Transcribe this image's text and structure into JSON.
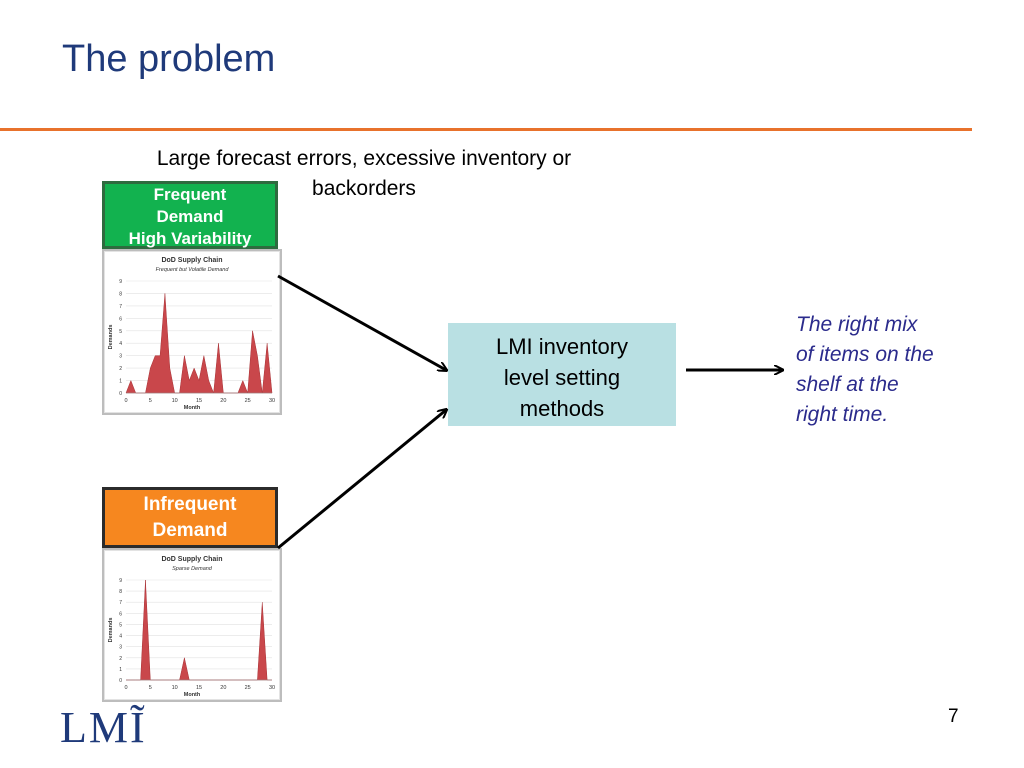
{
  "slide": {
    "title": "The problem",
    "subtitle": "Large forecast errors, excessive inventory or backorders",
    "page_number": "7",
    "logo_text": "LMĨ"
  },
  "colors": {
    "title": "#1f3a7a",
    "rule": "#e8722c",
    "frequent_box": "#12b24f",
    "infrequent_box": "#f6871f",
    "center_box": "#b9e0e3",
    "result_text": "#2b2b8c",
    "series_fill": "#c9474b"
  },
  "nodes": {
    "frequent": {
      "line1": "Frequent",
      "line2": "Demand",
      "line3": "High Variability"
    },
    "infrequent": {
      "line1": "Infrequent",
      "line2": "Demand"
    },
    "center": {
      "line1": "LMI  inventory",
      "line2": "level setting",
      "line3": "methods"
    },
    "result": {
      "line1": "The right mix",
      "line2": "of items on the",
      "line3": "shelf at the",
      "line4": "right time."
    }
  },
  "chart_data": [
    {
      "type": "area",
      "title": "DoD Supply Chain",
      "subtitle": "Frequent but Volatile Demand",
      "xlabel": "Month",
      "ylabel": "Demands",
      "xlim": [
        0,
        30
      ],
      "ylim": [
        0,
        9
      ],
      "x_ticks": [
        "0",
        "5",
        "10",
        "15",
        "20",
        "25",
        "30"
      ],
      "y_ticks": [
        "0",
        "1",
        "2",
        "3",
        "4",
        "5",
        "6",
        "7",
        "8",
        "9"
      ],
      "x": [
        0,
        1,
        2,
        3,
        4,
        5,
        6,
        7,
        8,
        9,
        10,
        11,
        12,
        13,
        14,
        15,
        16,
        17,
        18,
        19,
        20,
        21,
        22,
        23,
        24,
        25,
        26,
        27,
        28,
        29,
        30
      ],
      "values": [
        0,
        1,
        0,
        0,
        0,
        2,
        3,
        3,
        8,
        2,
        0,
        0,
        3,
        1,
        2,
        1,
        3,
        1,
        0,
        4,
        0,
        0,
        0,
        0,
        1,
        0,
        5,
        3,
        0,
        4,
        0
      ]
    },
    {
      "type": "area",
      "title": "DoD Supply Chain",
      "subtitle": "Sparse Demand",
      "xlabel": "Month",
      "ylabel": "Demands",
      "xlim": [
        0,
        30
      ],
      "ylim": [
        0,
        9
      ],
      "x_ticks": [
        "0",
        "5",
        "10",
        "15",
        "20",
        "25",
        "30"
      ],
      "y_ticks": [
        "0",
        "1",
        "2",
        "3",
        "4",
        "5",
        "6",
        "7",
        "8",
        "9"
      ],
      "x": [
        0,
        1,
        2,
        3,
        4,
        5,
        6,
        7,
        8,
        9,
        10,
        11,
        12,
        13,
        14,
        15,
        16,
        17,
        18,
        19,
        20,
        21,
        22,
        23,
        24,
        25,
        26,
        27,
        28,
        29,
        30
      ],
      "values": [
        0,
        0,
        0,
        0,
        9,
        0,
        0,
        0,
        0,
        0,
        0,
        0,
        2,
        0,
        0,
        0,
        0,
        0,
        0,
        0,
        0,
        0,
        0,
        0,
        0,
        0,
        0,
        0,
        7,
        0,
        0
      ]
    }
  ]
}
